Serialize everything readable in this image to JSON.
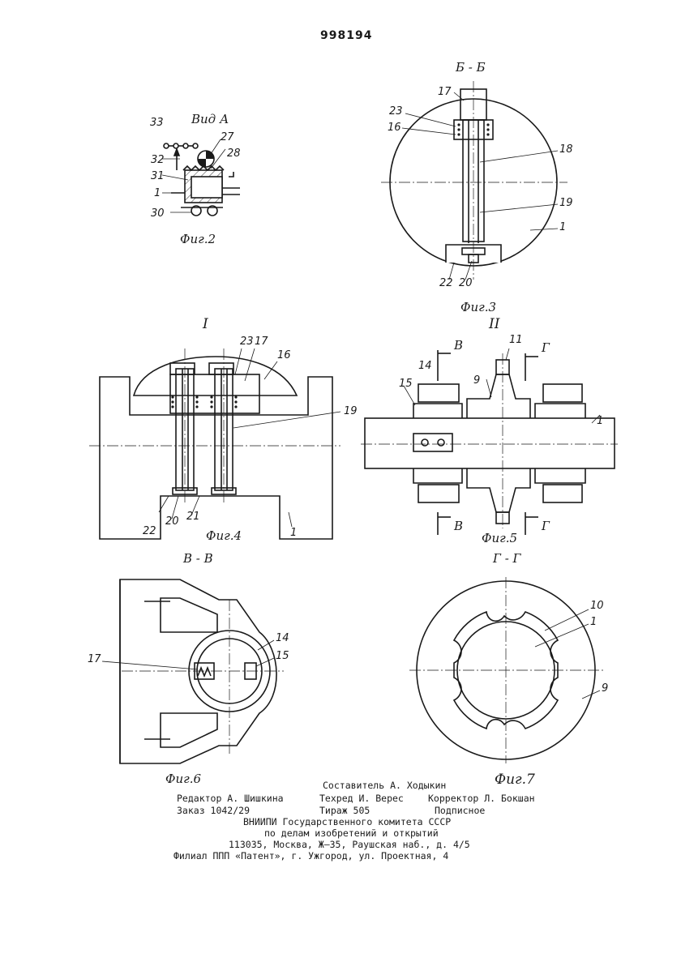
{
  "patent_number": "998194",
  "fig2": {
    "view_label": "Вид А",
    "caption": "Фиг.2",
    "refs": [
      "33",
      "27",
      "28",
      "32",
      "31",
      "1",
      "30"
    ]
  },
  "fig3": {
    "section_label": "Б - Б",
    "caption": "Фиг.3",
    "refs": [
      "17",
      "23",
      "16",
      "18",
      "19",
      "1",
      "22",
      "20"
    ]
  },
  "fig4": {
    "detail_label": "I",
    "caption": "Фиг.4",
    "refs": [
      "23",
      "17",
      "16",
      "19",
      "22",
      "20",
      "21",
      "1"
    ]
  },
  "fig5": {
    "detail_label": "II",
    "caption": "Фиг.5",
    "refs": [
      "11",
      "14",
      "15",
      "9",
      "1"
    ],
    "cut_labels": [
      "В",
      "Г",
      "В",
      "Г"
    ]
  },
  "fig6": {
    "section_label": "В - В",
    "caption": "Фиг.6",
    "refs": [
      "14",
      "15",
      "17"
    ]
  },
  "fig7": {
    "section_label": "Г - Г",
    "caption": "Фиг.7",
    "refs": [
      "10",
      "1",
      "9"
    ]
  },
  "imprint": {
    "compiler": "Составитель А. Ходыкин",
    "editor": "Редактор А. Шишкина",
    "tech_editor": "Техред И. Верес",
    "corrector": "Корректор Л. Бокшан",
    "order": "Заказ 1042/29",
    "circulation": "Тираж 505",
    "subscription": "Подписное",
    "org_line1": "ВНИИПИ Государственного комитета СССР",
    "org_line2": "по делам изобретений и открытий",
    "org_address": "113035, Москва, Ж—35, Раушская наб., д. 4/5",
    "branch": "Филиал ППП «Патент», г. Ужгород, ул. Проектная, 4"
  }
}
